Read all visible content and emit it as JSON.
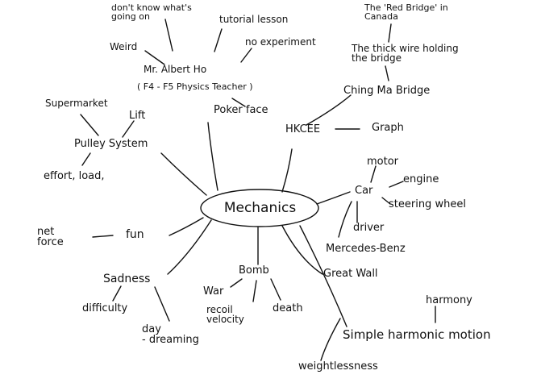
{
  "colors": {
    "ink": "#111111",
    "background": "#ffffff"
  },
  "center": "Mechanics",
  "nodes": {
    "dont_know": "don't know what's\ngoing on",
    "tutorial_lesson": "tutorial lesson",
    "weird": "Weird",
    "no_experiment": "no experiment",
    "mr_albert_ho": "Mr. Albert Ho",
    "physics_teacher": "( F4 - F5 Physics Teacher )",
    "poker_face": "Poker face",
    "red_bridge": "The 'Red Bridge' in\nCanada",
    "thick_wire": "The thick wire holding\nthe bridge",
    "ching_ma_bridge": "Ching Ma Bridge",
    "hkcee": "HKCEE",
    "graph": "Graph",
    "supermarket": "Supermarket",
    "lift": "Lift",
    "pulley_system": "Pulley System",
    "effort_load": "effort, load,",
    "motor": "motor",
    "engine": "engine",
    "car": "Car",
    "steering_wheel": "steering wheel",
    "driver": "driver",
    "mercedes_benz": "Mercedes-Benz",
    "net_force": "net\nforce",
    "fun": "fun",
    "great_wall": "Great Wall",
    "bomb": "Bomb",
    "war": "War",
    "recoil_velocity": "recoil\nvelocity",
    "death": "death",
    "sadness": "Sadness",
    "difficulty": "difficulty",
    "day_dreaming": "day\n- dreaming",
    "harmony": "harmony",
    "simple_harmonic_motion": "Simple harmonic motion",
    "weightlessness": "weightlessness"
  }
}
